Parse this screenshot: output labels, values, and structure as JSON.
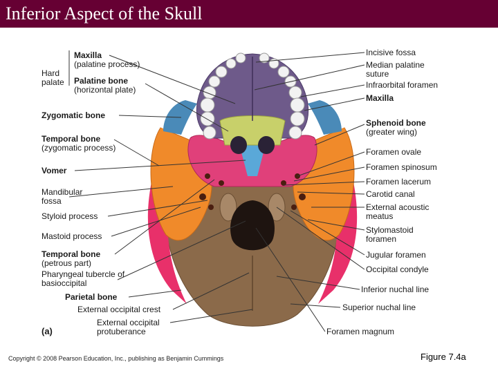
{
  "title": "Inferior Aspect of the Skull",
  "left_labels": {
    "hard_palate": "Hard palate",
    "maxilla": "Maxilla",
    "maxilla_sub": "(palatine process)",
    "palatine_bone": "Palatine bone",
    "palatine_bone_sub": "(horizontal plate)",
    "zygomatic_bone": "Zygomatic bone",
    "temporal_bone": "Temporal bone",
    "temporal_bone_sub": "(zygomatic process)",
    "vomer": "Vomer",
    "mandibular_fossa": "Mandibular fossa",
    "styloid_process": "Styloid process",
    "mastoid_process": "Mastoid process",
    "temporal_bone_2": "Temporal bone",
    "temporal_bone_2_sub": "(petrous part)",
    "pharyngeal_tubercle": "Pharyngeal tubercle of basioccipital",
    "parietal_bone": "Parietal bone",
    "external_occipital_crest": "External occipital crest",
    "external_occipital_protuberance": "External occipital protuberance",
    "panel": "(a)"
  },
  "right_labels": {
    "incisive_fossa": "Incisive fossa",
    "median_palatine_suture": "Median palatine suture",
    "infraorbital_foramen": "Infraorbital foramen",
    "maxilla": "Maxilla",
    "sphenoid_bone": "Sphenoid bone",
    "sphenoid_bone_sub": "(greater wing)",
    "foramen_ovale": "Foramen ovale",
    "foramen_spinosum": "Foramen spinosum",
    "foramen_lacerum": "Foramen lacerum",
    "carotid_canal": "Carotid canal",
    "external_acoustic_meatus": "External acoustic meatus",
    "stylomastoid_foramen": "Stylomastoid foramen",
    "jugular_foramen": "Jugular foramen",
    "occipital_condyle": "Occipital condyle",
    "inferior_nuchal_line": "Inferior nuchal line",
    "superior_nuchal_line": "Superior nuchal line",
    "foramen_magnum": "Foramen magnum"
  },
  "footer": {
    "copyright": "Copyright © 2008 Pearson Education, Inc., publishing as Benjamin Cummings",
    "figure": "Figure 7.4a"
  },
  "colors": {
    "title_bar": "#660033",
    "occipital": "#8b6a4a",
    "temporal": "#f08a2a",
    "parietal": "#e8306a",
    "sphenoid": "#e0407a",
    "maxilla": "#6e5a8a",
    "palatine": "#c8d06a",
    "zygomatic": "#4a8ab8",
    "vomer": "#5aa8d8",
    "teeth": "#f2f2f2"
  }
}
